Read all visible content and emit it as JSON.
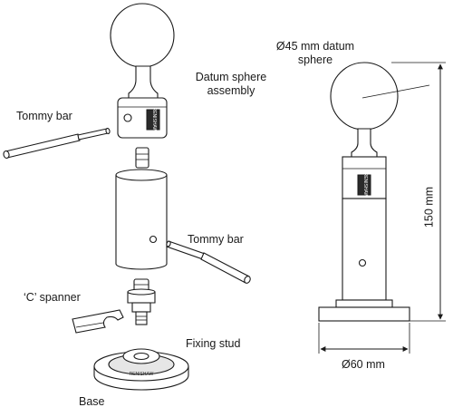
{
  "labels": {
    "datum_sphere_assembly": [
      "Datum sphere",
      "assembly"
    ],
    "tommy_bar_top": "Tommy bar",
    "tommy_bar_right": "Tommy bar",
    "c_spanner": "‘C’ spanner",
    "fixing_stud": "Fixing stud",
    "base": "Base",
    "sphere_diameter": [
      "Ø45 mm datum",
      "sphere"
    ],
    "height_dim": "150 mm",
    "base_diameter": "Ø60 mm"
  },
  "markings": {
    "collar_text": "RENISHAW",
    "base_ring_text": "RENISHAW"
  }
}
